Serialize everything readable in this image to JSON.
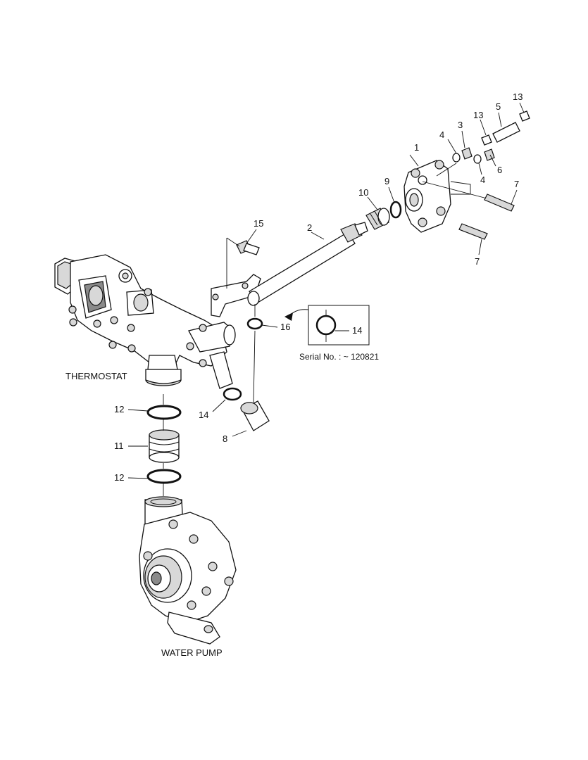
{
  "callouts": {
    "c1": "1",
    "c2": "2",
    "c3": "3",
    "c4a": "4",
    "c4b": "4",
    "c5": "5",
    "c6": "6",
    "c7a": "7",
    "c7b": "7",
    "c8": "8",
    "c9": "9",
    "c10": "10",
    "c11": "11",
    "c12a": "12",
    "c12b": "12",
    "c13a": "13",
    "c13b": "13",
    "c14a": "14",
    "c14b": "14",
    "c15": "15",
    "c16": "16"
  },
  "captions": {
    "thermostat": "THERMOSTAT",
    "water_pump": "WATER PUMP",
    "serial_note": "Serial No. : ~ 120821"
  }
}
